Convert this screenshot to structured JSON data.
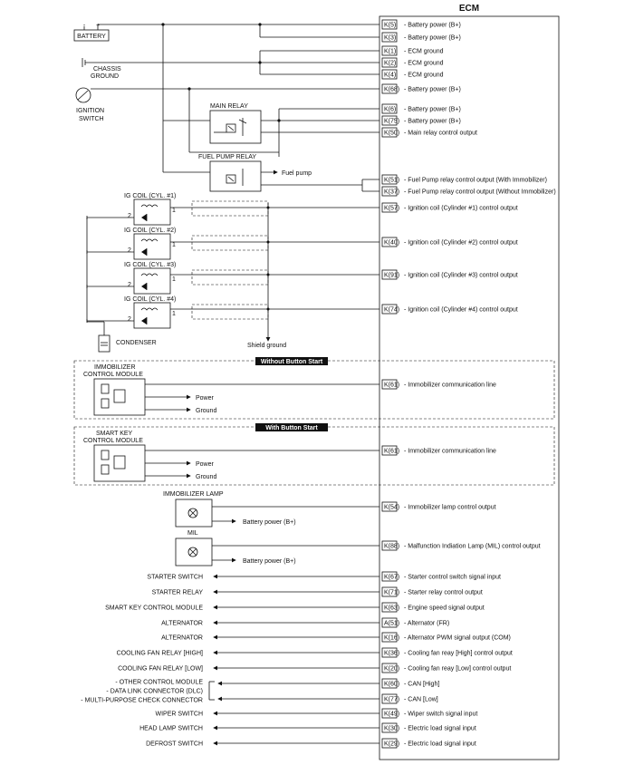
{
  "ecm_title": "ECM",
  "components": {
    "battery": "BATTERY",
    "battery_minus": "-",
    "battery_plus": "+",
    "chassis_ground_1": "CHASSIS",
    "chassis_ground_2": "GROUND",
    "ignition_switch_1": "IGNITION",
    "ignition_switch_2": "SWITCH",
    "main_relay": "MAIN RELAY",
    "fuel_pump_relay": "FUEL PUMP RELAY",
    "fuel_pump": "Fuel pump",
    "ig_coils": [
      "IG COIL (CYL. #1)",
      "IG COIL (CYL. #2)",
      "IG COIL (CYL. #3)",
      "IG COIL (CYL. #4)"
    ],
    "coil_pin_left": "2",
    "coil_pin_right": "1",
    "condenser": "CONDENSER",
    "shield_ground": "Shield ground",
    "without_button_start": "Without Button Start",
    "with_button_start": "With Button Start",
    "immobilizer_module_1": "IMMOBILIZER",
    "immobilizer_module_2": "CONTROL MODULE",
    "smart_key_module_1": "SMART KEY",
    "smart_key_module_2": "CONTROL MODULE",
    "power": "Power",
    "ground": "Ground",
    "immobilizer_lamp": "IMMOBILIZER LAMP",
    "mil": "MIL",
    "battery_power": "Battery power (B+)"
  },
  "pins": [
    {
      "pin": "K(5)",
      "desc": "- Battery power (B+)"
    },
    {
      "pin": "K(3)",
      "desc": "- Battery power (B+)"
    },
    {
      "pin": "K(1)",
      "desc": "- ECM ground"
    },
    {
      "pin": "K(2)",
      "desc": "- ECM ground"
    },
    {
      "pin": "K(4)",
      "desc": "- ECM ground"
    },
    {
      "pin": "K(68)",
      "desc": "- Battery power (B+)"
    },
    {
      "pin": "K(6)",
      "desc": "- Battery power (B+)"
    },
    {
      "pin": "K(75)",
      "desc": "- Battery power (B+)"
    },
    {
      "pin": "K(50)",
      "desc": "- Main relay control output"
    },
    {
      "pin": "K(51)",
      "desc": "- Fuel Pump relay control output (With Immobilizer)"
    },
    {
      "pin": "K(37)",
      "desc": "- Fuel Pump relay control output (Without Immobilizer)"
    },
    {
      "pin": "K(57)",
      "desc": "- Ignition coil (Cylinder #1) control output"
    },
    {
      "pin": "K(40)",
      "desc": "- Ignition coil (Cylinder #2) control output"
    },
    {
      "pin": "K(91)",
      "desc": "- Ignition coil (Cylinder #3) control output"
    },
    {
      "pin": "K(74)",
      "desc": "- Ignition coil (Cylinder #4) control output"
    },
    {
      "pin": "K(61)",
      "desc": "- Immobilizer communication line"
    },
    {
      "pin": "K(61)",
      "desc": "- Immobilizer communication line"
    },
    {
      "pin": "K(54)",
      "desc": "- Immobilizer lamp control output"
    },
    {
      "pin": "K(88)",
      "desc": "- Malfunction Indiation Lamp (MIL) control output"
    },
    {
      "pin": "K(67)",
      "desc": "- Starter control switch signal input"
    },
    {
      "pin": "K(71)",
      "desc": "- Starter relay control output"
    },
    {
      "pin": "K(63)",
      "desc": "- Engine speed signal output"
    },
    {
      "pin": "A(51)",
      "desc": "- Alternator (FR)"
    },
    {
      "pin": "K(16)",
      "desc": "- Alternator PWM signal output (COM)"
    },
    {
      "pin": "K(36)",
      "desc": "- Cooling fan reay [High] control output"
    },
    {
      "pin": "K(20)",
      "desc": "- Cooling fan reay [Low] control output"
    },
    {
      "pin": "K(60)",
      "desc": "- CAN [High]"
    },
    {
      "pin": "K(77)",
      "desc": "- CAN [Low]"
    },
    {
      "pin": "K(49)",
      "desc": "- Wiper switch signal input"
    },
    {
      "pin": "K(30)",
      "desc": "- Electric load signal input"
    },
    {
      "pin": "K(29)",
      "desc": "- Electric load signal input"
    }
  ],
  "outputs": [
    "STARTER SWITCH",
    "STARTER RELAY",
    "SMART KEY CONTROL MODULE",
    "ALTERNATOR",
    "ALTERNATOR",
    "COOLING FAN RELAY [HIGH]",
    "COOLING FAN RELAY [LOW]",
    "- OTHER CONTROL MODULE",
    "- DATA LINK CONNECTOR (DLC)",
    "- MULTI-PURPOSE CHECK  CONNECTOR",
    "WIPER SWITCH",
    "HEAD LAMP SWITCH",
    "DEFROST SWITCH"
  ]
}
